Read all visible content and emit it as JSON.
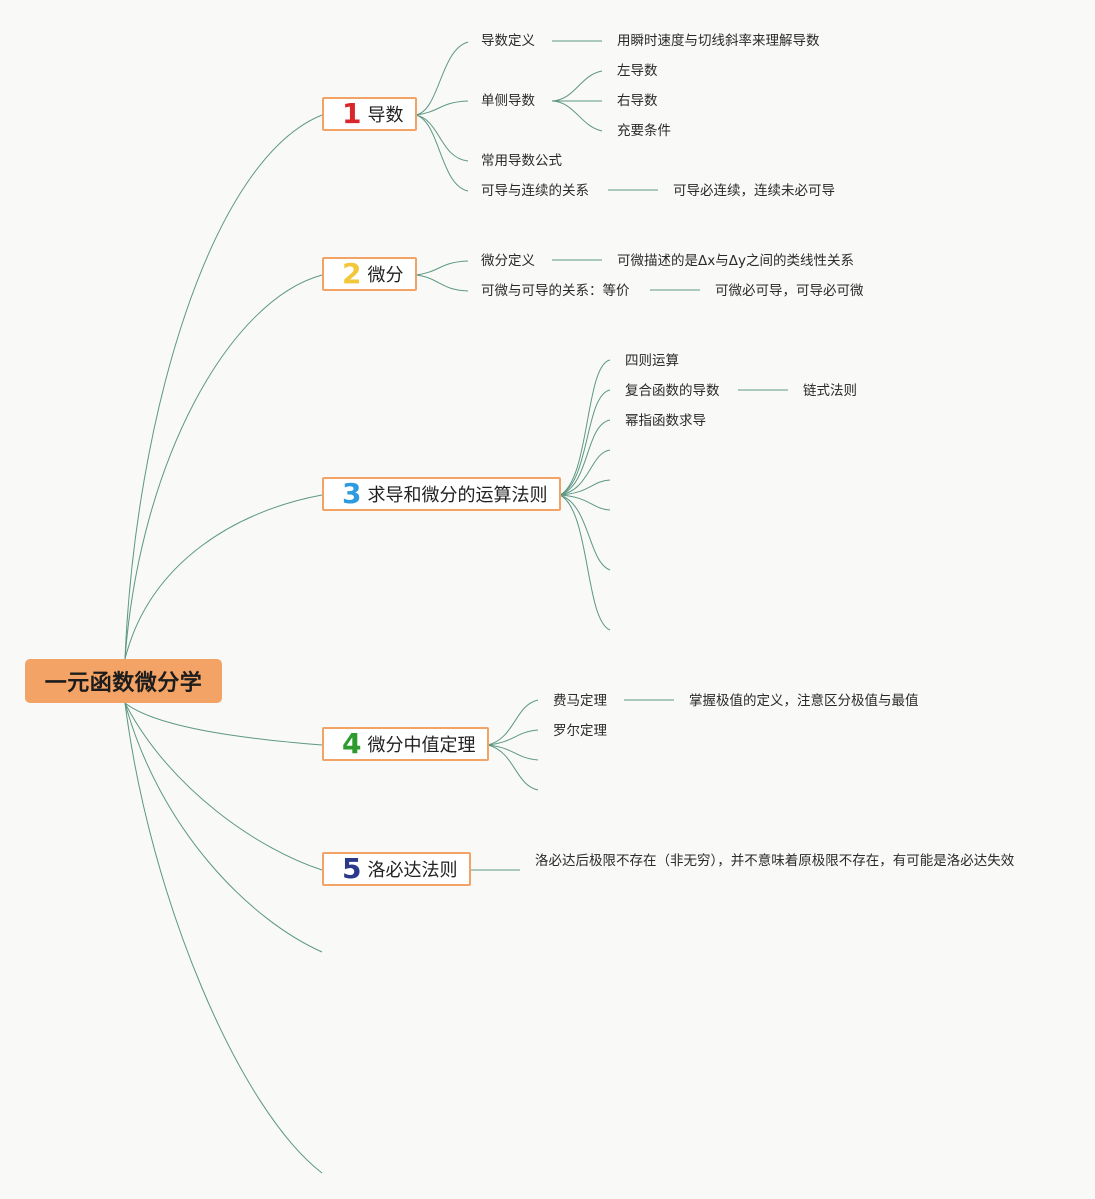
{
  "root": {
    "label": "一元函数微分学"
  },
  "colors": {
    "root": "#f2a365",
    "line": "#5d9883",
    "border": "#f2a365"
  },
  "topics": [
    {
      "num": "1",
      "label": "导数",
      "num_color": "#d9262b"
    },
    {
      "num": "2",
      "label": "微分",
      "num_color": "#f2c73a"
    },
    {
      "num": "3",
      "label": "求导和微分的运算法则",
      "num_color": "#2d9be0"
    },
    {
      "num": "4",
      "label": "微分中值定理",
      "num_color": "#2e9b2e"
    },
    {
      "num": "5",
      "label": "洛必达法则",
      "num_color": "#2a3a88"
    }
  ],
  "t1": {
    "deriv_def": "导数定义",
    "deriv_def_note": "用瞬时速度与切线斜率来理解导数",
    "one_sided": "单侧导数",
    "left": "左导数",
    "right": "右导数",
    "condition": "充要条件",
    "formula": "常用导数公式",
    "relation": "可导与连续的关系",
    "relation_note": "可导必连续，连续未必可导"
  },
  "t2": {
    "diff_def": "微分定义",
    "diff_def_note": "可微描述的是Δx与Δy之间的类线性关系",
    "relation": "可微与可导的关系：等价",
    "relation_note": "可微必可导，可导必可微"
  },
  "t3": {
    "arith": "四则运算",
    "composite": "复合函数的导数",
    "chain": "链式法则",
    "power_exp": "幂指函数求导"
  },
  "t4": {
    "fermat": "费马定理",
    "fermat_note": "掌握极值的定义，注意区分极值与最值",
    "rolle": "罗尔定理"
  },
  "t5": {
    "note": "洛必达后极限不存在（非无穷），并不意味着原极限不存在，有可能是洛必达失效"
  }
}
